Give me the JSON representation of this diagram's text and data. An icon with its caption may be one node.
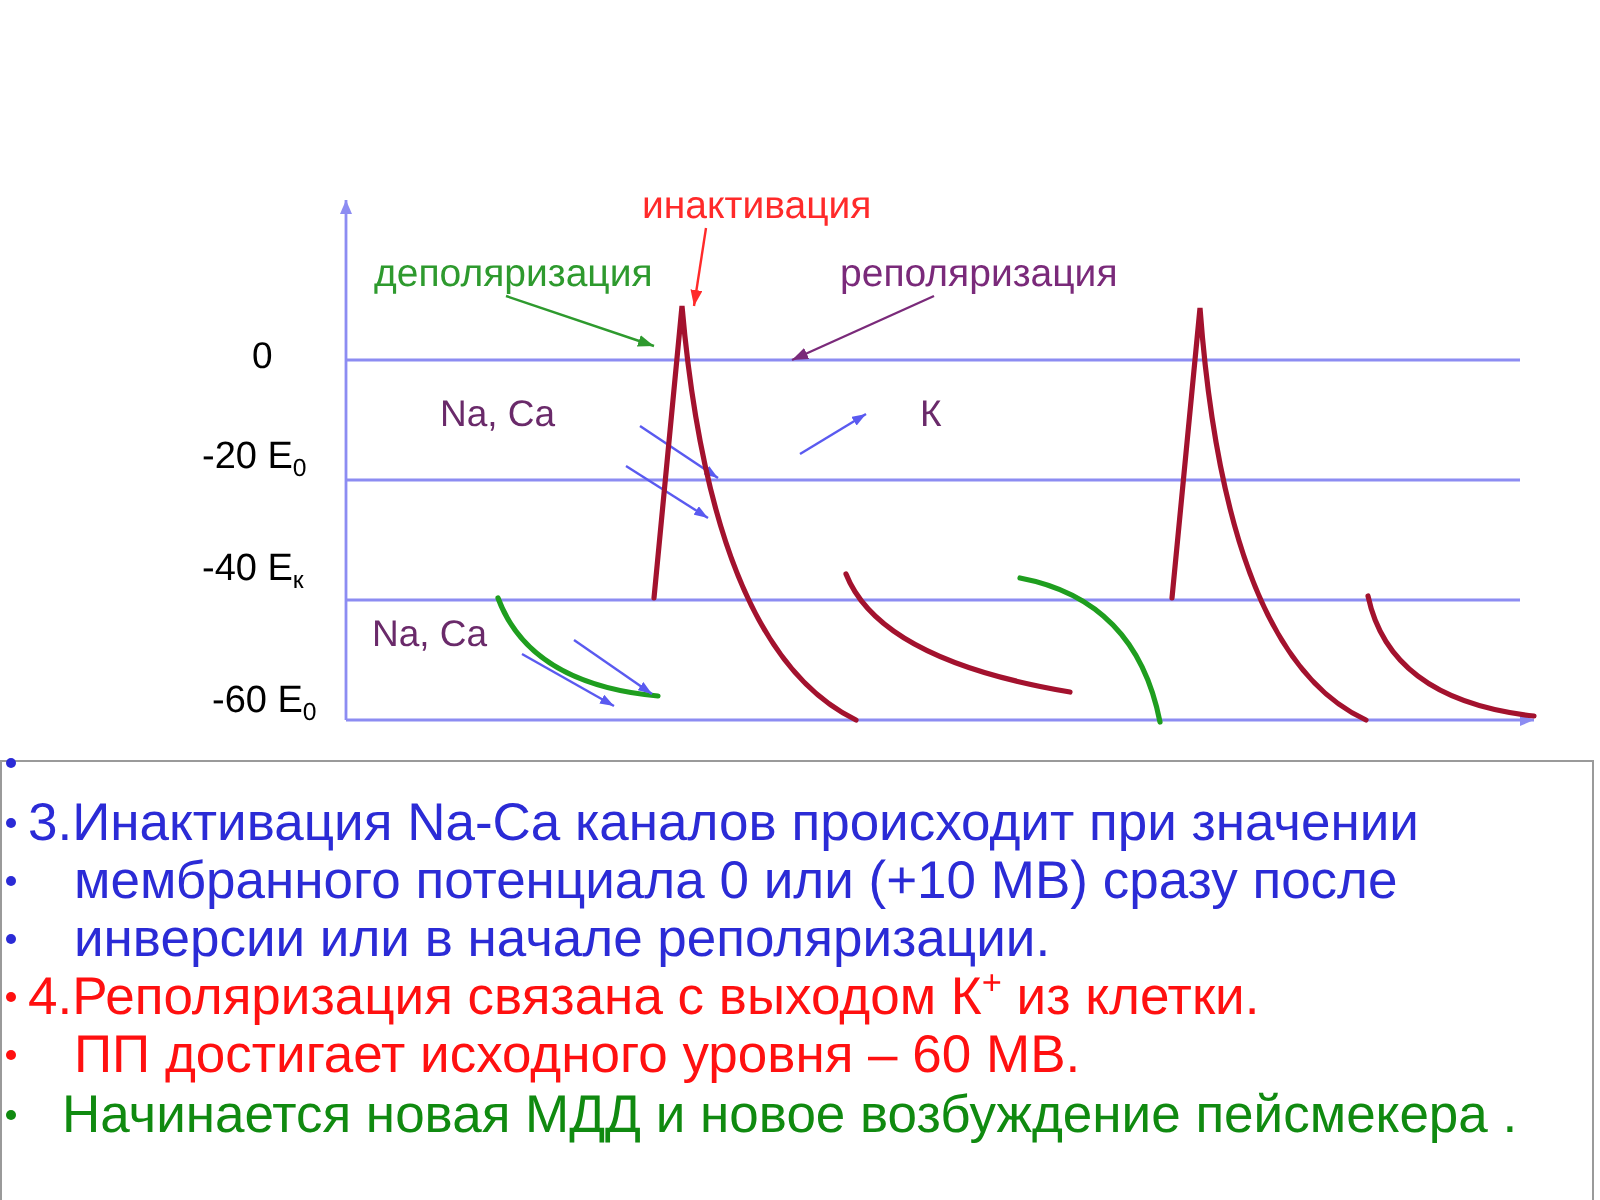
{
  "diagram": {
    "nodes": [
      {
        "text": [
          "инактивация"
        ]
      },
      {
        "text": [
          "деполяризация"
        ]
      },
      {
        "text": [
          "реполяризация"
        ]
      },
      {
        "text": [
          "3.Инактивация Na-Ca каналов происходит при значении",
          "мембранного потенциала 0 или (+10 МВ) сразу после",
          "инверсии или в начале реполяризации.",
          "4.Реполяризация связана с выходом К$^{+}$ из клетки.",
          "ПП достигает исходного уровня – 60 МВ.",
          "Начинается новая МДД и новое возбуждение пейсмекера ."
        ]
      },
      {
        "text": [],
        "shape": "curve"
      }
    ],
    "edges": [
      {
        "from": 0,
        "to": 4,
        "arrow": "to",
        "color": "#ff2a2a"
      },
      {
        "from": 1,
        "to": 4,
        "arrow": "to",
        "color": "#2e9a2e"
      },
      {
        "from": 2,
        "to": 4,
        "arrow": "to",
        "color": "#7a2a7a"
      }
    ],
    "labels": [
      "0",
      "Na, Ca",
      "К",
      "-20 E$_{0}$",
      "-40 E$_{к}$",
      "Na, Ca",
      "-60 E$_{0}$"
    ]
  }
}
